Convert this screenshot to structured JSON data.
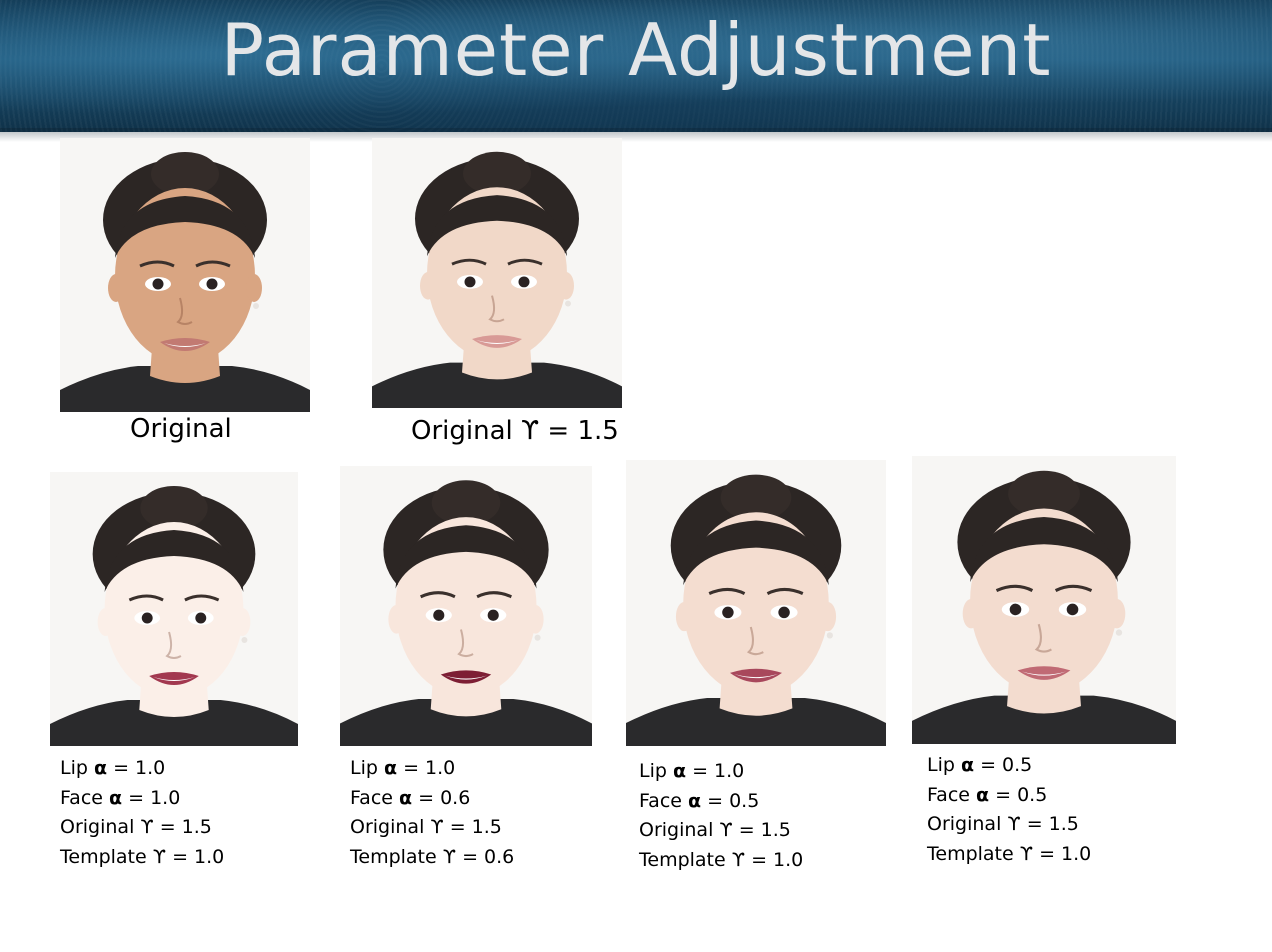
{
  "title": "Parameter Adjustment",
  "top_row": [
    {
      "caption": "Original",
      "skin": "#d9a582",
      "lip": "#c27a72"
    },
    {
      "caption": "Original ϒ = 1.5",
      "skin": "#f1d8c8",
      "lip": "#d89a96"
    }
  ],
  "bottom_row": [
    {
      "skin": "#fbefe8",
      "lip": "#a2384f",
      "params": [
        {
          "label": "Lip",
          "sym": "α",
          "value": "= 1.0"
        },
        {
          "label": "Face",
          "sym": "α",
          "value": "= 1.0"
        },
        {
          "label": "Original ϒ",
          "sym": "",
          "value": "= 1.5"
        },
        {
          "label": "Template ϒ",
          "sym": "",
          "value": "= 1.0"
        }
      ]
    },
    {
      "skin": "#f8e6dc",
      "lip": "#7d1e34",
      "params": [
        {
          "label": "Lip",
          "sym": "α",
          "value": "= 1.0"
        },
        {
          "label": "Face",
          "sym": "α",
          "value": "= 0.6"
        },
        {
          "label": "Original ϒ",
          "sym": "",
          "value": "= 1.5"
        },
        {
          "label": "Template ϒ",
          "sym": "",
          "value": "= 0.6"
        }
      ]
    },
    {
      "skin": "#f4ddd0",
      "lip": "#a8485c",
      "params": [
        {
          "label": "Lip",
          "sym": "α",
          "value": "= 1.0"
        },
        {
          "label": "Face",
          "sym": "α",
          "value": "= 0.5"
        },
        {
          "label": "Original ϒ",
          "sym": "",
          "value": "= 1.5"
        },
        {
          "label": "Template ϒ",
          "sym": "",
          "value": "= 1.0"
        }
      ]
    },
    {
      "skin": "#f3dccf",
      "lip": "#c06a74",
      "params": [
        {
          "label": "Lip",
          "sym": "α",
          "value": "= 0.5"
        },
        {
          "label": "Face",
          "sym": "α",
          "value": "= 0.5"
        },
        {
          "label": "Original ϒ",
          "sym": "",
          "value": "= 1.5"
        },
        {
          "label": "Template ϒ",
          "sym": "",
          "value": "= 1.0"
        }
      ]
    }
  ]
}
